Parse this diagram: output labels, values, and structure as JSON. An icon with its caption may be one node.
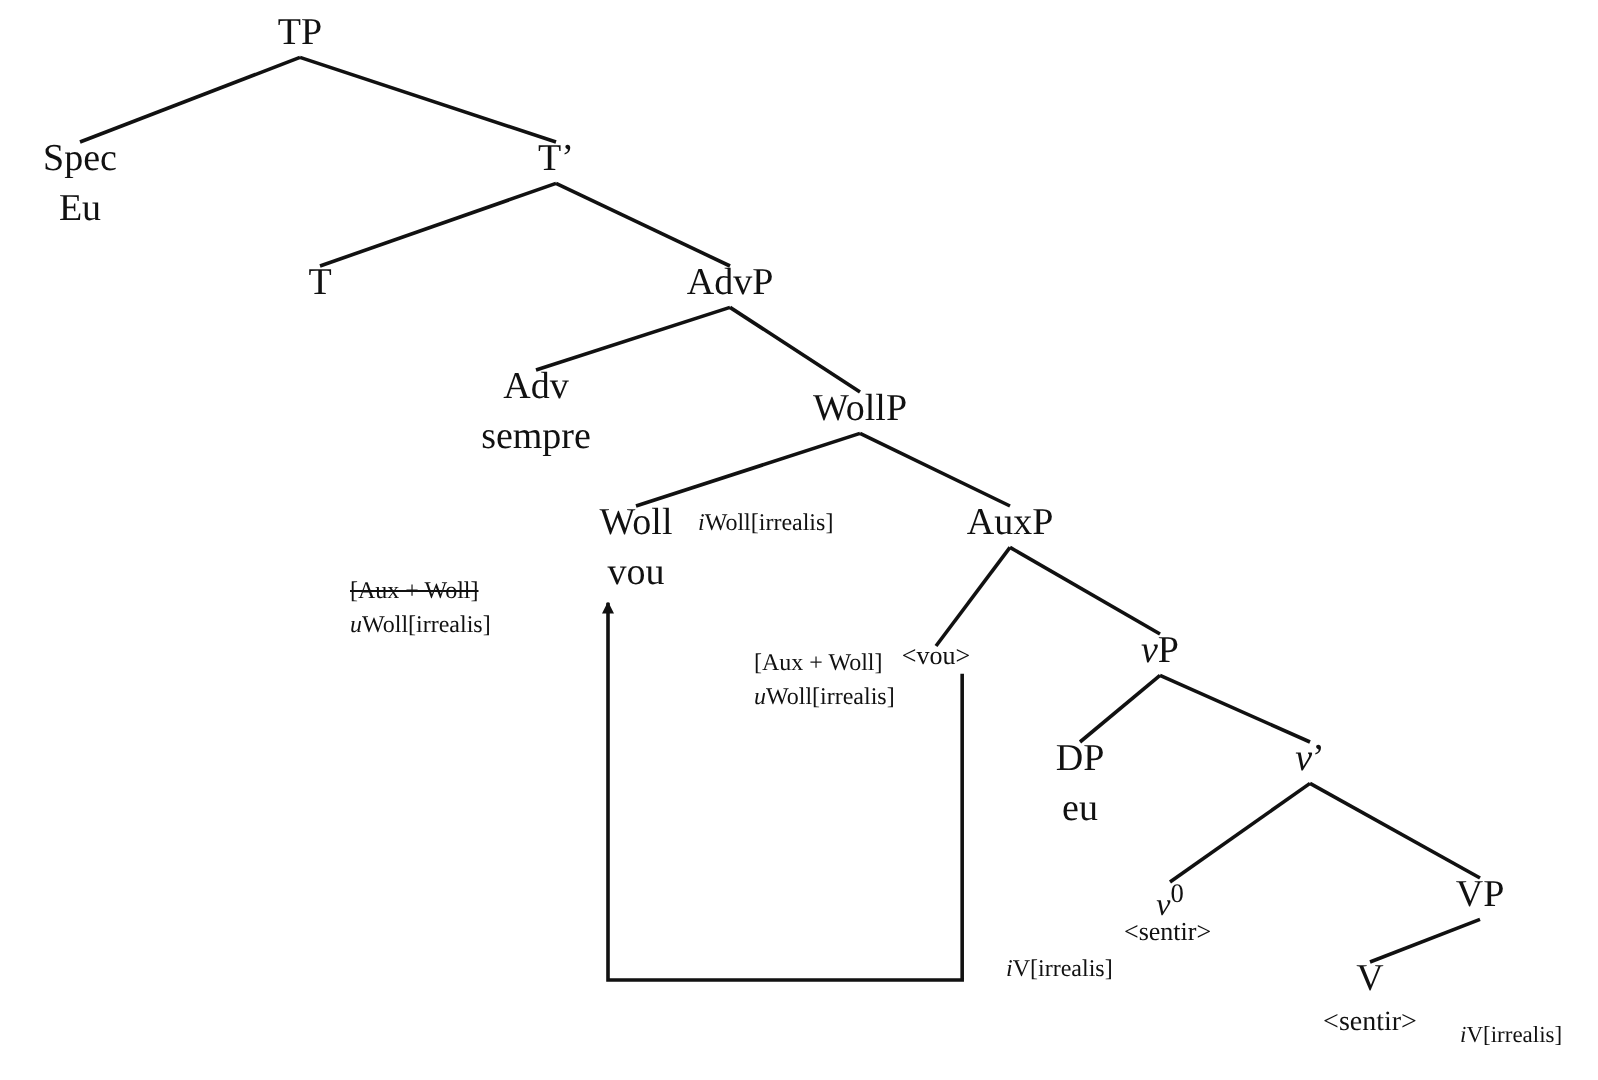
{
  "diagram": {
    "nodes": [
      {
        "text": [
          "TP"
        ]
      },
      {
        "text": [
          "Spec",
          "Eu"
        ]
      },
      {
        "text": [
          "T’"
        ]
      },
      {
        "text": [
          "T"
        ]
      },
      {
        "text": [
          "AdvP"
        ]
      },
      {
        "text": [
          "Adv",
          "sempre"
        ]
      },
      {
        "text": [
          "WollP"
        ]
      },
      {
        "text": [
          "Woll",
          "vou"
        ],
        "beside": [
          "iWoll[irrealis]"
        ]
      },
      {
        "text": [
          "AuxP"
        ]
      },
      {
        "text": [
          "<vou>"
        ],
        "beside": [
          "[Aux + Woll]",
          "uWoll[irrealis]"
        ]
      },
      {
        "text": [
          "vP"
        ]
      },
      {
        "text": [
          "DP",
          "eu"
        ]
      },
      {
        "text": [
          "*v*’"
        ]
      },
      {
        "text": [
          "*v*$^{0}$"
        ],
        "beside": [
          "<sentir>",
          "iV[irrealis]"
        ]
      },
      {
        "text": [
          "VP"
        ]
      },
      {
        "text": [
          "V",
          "<sentir>"
        ],
        "beside": [
          "iV[irrealis]"
        ]
      }
    ],
    "edges": [
      {
        "from": 0,
        "to": 1,
        "arrow": "none"
      },
      {
        "from": 0,
        "to": 2,
        "arrow": "none"
      },
      {
        "from": 2,
        "to": 3,
        "arrow": "none"
      },
      {
        "from": 2,
        "to": 4,
        "arrow": "none"
      },
      {
        "from": 4,
        "to": 5,
        "arrow": "none"
      },
      {
        "from": 4,
        "to": 6,
        "arrow": "none"
      },
      {
        "from": 6,
        "to": 7,
        "arrow": "none"
      },
      {
        "from": 6,
        "to": 8,
        "arrow": "none"
      },
      {
        "from": 8,
        "to": 9,
        "arrow": "none"
      },
      {
        "from": 8,
        "to": 10,
        "arrow": "none"
      },
      {
        "from": 10,
        "to": 11,
        "arrow": "none"
      },
      {
        "from": 10,
        "to": 12,
        "arrow": "none"
      },
      {
        "from": 12,
        "to": 13,
        "arrow": "none"
      },
      {
        "from": 12,
        "to": 14,
        "arrow": "none"
      },
      {
        "from": 14,
        "to": 15,
        "arrow": "none"
      },
      {
        "from": 9,
        "to": 7,
        "arrow": "to"
      }
    ],
    "labels": [
      "[Aux + Woll]",
      "uWoll[irrealis]"
    ]
  }
}
